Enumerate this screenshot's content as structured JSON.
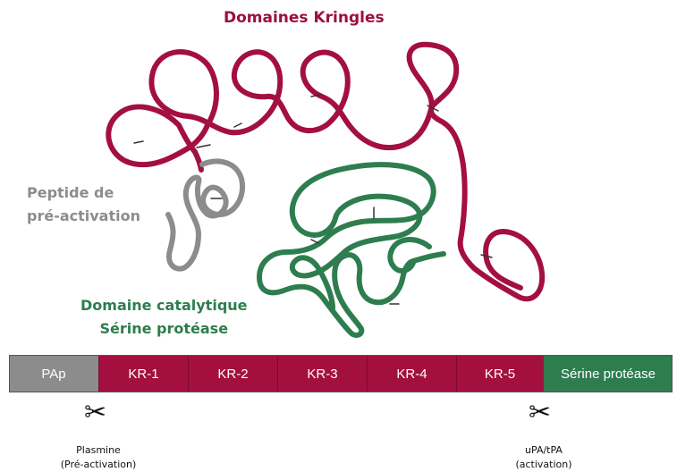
{
  "title": "Domaines Kringles",
  "labels": {
    "peptide_line1": "Peptide de",
    "peptide_line2": "pré-activation",
    "catalytic_line1": "Domaine catalytique",
    "catalytic_line2": "Sérine protéase"
  },
  "bar": {
    "segments": [
      "PAp",
      "KR-1",
      "KR-2",
      "KR-3",
      "KR-4",
      "KR-5",
      "Sérine protéase"
    ]
  },
  "cleavage": {
    "plasmin_line1": "Plasmine",
    "plasmin_line2": "(Pré-activation)",
    "upa_line1": "uPA/tPA",
    "upa_line2": "(activation)"
  },
  "colors": {
    "kringle": "#a3103f",
    "peptide": "#8c8c8c",
    "catalytic": "#2e7d4e"
  },
  "icons": [
    "scissors-icon",
    "scissors-icon"
  ]
}
